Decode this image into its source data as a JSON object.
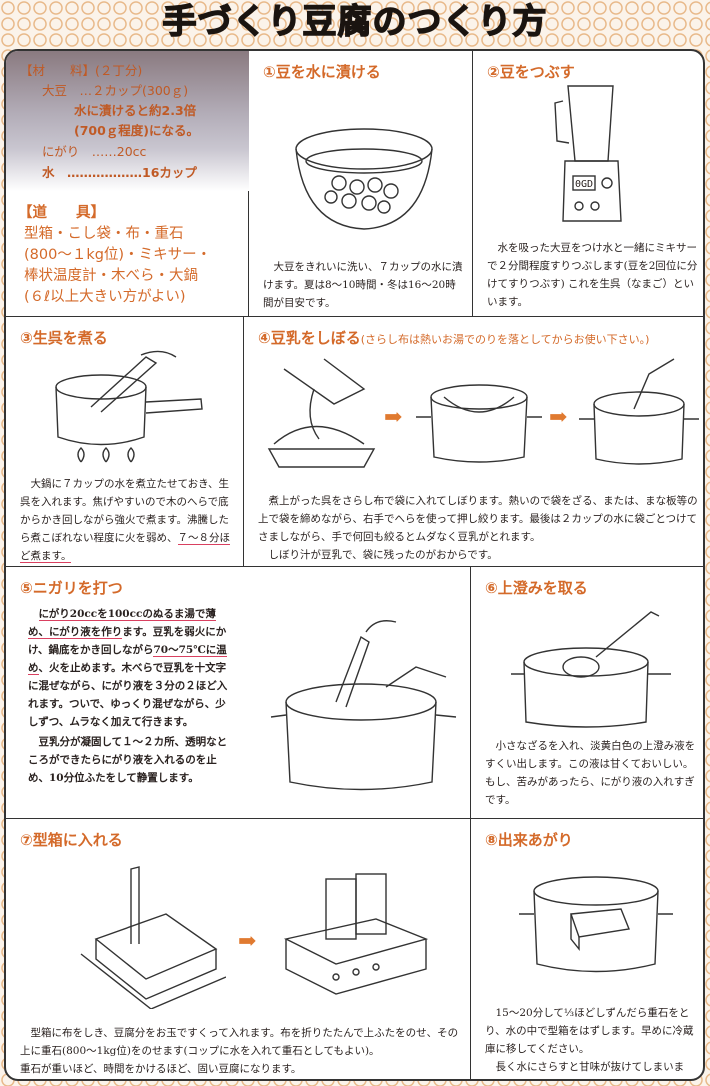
{
  "title": "手づくり豆腐のつくり方",
  "materials": {
    "heading": "【材　　料】(２丁分)",
    "soy": "大豆　…２カップ(300ｇ)",
    "soy_note1": "水に漬けると約2.3倍",
    "soy_note2": "(700ｇ程度)になる。",
    "nigari": "にがり　……20cc",
    "water": "水　………………16カップ"
  },
  "tools": {
    "heading": "【道　　具】",
    "line1": "型箱・こし袋・布・重石",
    "line2": "(800～１kg位)・ミキサー・",
    "line3": "棒状温度計・木べら・大鍋",
    "line4": "(６ℓ以上大きい方がよい)"
  },
  "steps": [
    {
      "title": "①豆を水に漬ける",
      "text": "大豆をきれいに洗い、７カップの水に漬けます。夏は8～10時間・冬は16～20時間が目安です。"
    },
    {
      "title": "②豆をつぶす",
      "text": "水を吸った大豆をつけ水と一緒にミキサーで２分間程度すりつぶします(豆を2回位に分けてすりつぶす) これを生呉（なまご）といいます。",
      "blender_display": "0GD"
    },
    {
      "title": "③生呉を煮る",
      "text_a": "大鍋に７カップの水を煮立たせておき、生呉を入れます。焦げやすいので木のへらで底からかき回しながら強火で煮ます。沸騰したら煮こぼれない程度に火を弱め、",
      "text_u": "７～８分ほど煮ます。"
    },
    {
      "title": "④豆乳をしぼる",
      "subtitle": "(さらし布は熱いお湯でのりを落としてからお使い下さい。)",
      "text": "煮上がった呉をさらし布で袋に入れてしぼります。熱いので袋をざる、または、まな板等の上で袋を締めながら、右手でへらを使って押し絞ります。最後は２カップの水に袋ごとつけてさましながら、手で何回も絞るとムダなく豆乳がとれます。",
      "text2": "しぼり汁が豆乳で、袋に残ったのがおからです。"
    },
    {
      "title": "⑤ニガリを打つ",
      "u1": "にがり20ccを100ccのぬるま湯で薄め、にがり液を作り",
      "t1": "ます。豆乳を弱火にかけ、鍋底をかき回しながら",
      "u2": "70～75℃に温め",
      "t2": "、火を止めます。木べらで豆乳を十文字に混ぜながら、にがり液を３分の２ほど入れます。ついで、ゆっくり混ぜながら、少しずつ、ムラなく加えて行きます。",
      "text2": "豆乳分が凝固して１～２カ所、透明なところができたらにがり液を入れるのを止め、10分位ふたをして静置します。"
    },
    {
      "title": "⑥上澄みを取る",
      "text": "小さなざるを入れ、淡黄白色の上澄み液をすくい出します。この液は甘くておいしい。もし、苦みがあったら、にがり液の入れすぎです。"
    },
    {
      "title": "⑦型箱に入れる",
      "text": "型箱に布をしき、豆腐分をお玉ですくって入れます。布を折りたたんで上ふたをのせ、その上に重石(800～1kg位)をのせます(コップに水を入れて重石としてもよい)。",
      "text2": "重石が重いほど、時間をかけるほど、固い豆腐になります。"
    },
    {
      "title": "⑧出来あがり",
      "text": "15～20分して⅓ほどしずんだら重石をとり、水の中で型箱をはずします。早めに冷蔵庫に移してください。",
      "text2": "長く水にさらすと甘味が抜けてしまいます。"
    }
  ],
  "arrow_glyph": "➡"
}
